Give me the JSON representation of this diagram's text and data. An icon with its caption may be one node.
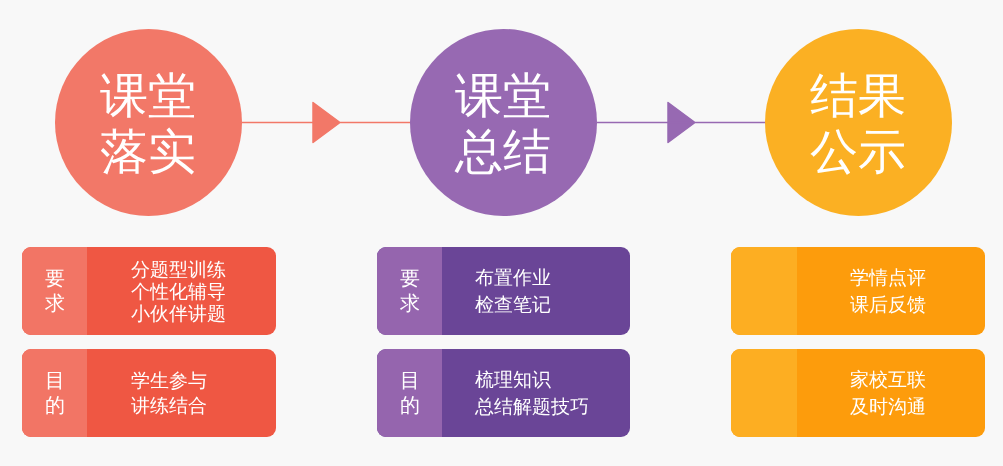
{
  "diagram": {
    "nodes": [
      {
        "text": [
          "课堂落实"
        ]
      },
      {
        "text": [
          "课堂总结"
        ]
      },
      {
        "text": [
          "结果公示"
        ]
      },
      {
        "text": [
          "分题型训练",
          "个性化辅导",
          "小伙伴讲题"
        ]
      },
      {
        "text": [
          "要求"
        ],
        "in": 3
      },
      {
        "text": [
          "布置作业",
          "检查笔记"
        ]
      },
      {
        "text": [
          "要求"
        ],
        "in": 5
      },
      {
        "text": [
          "学情点评",
          "课后反馈"
        ]
      },
      {
        "text": [],
        "shape": "box",
        "in": 7
      },
      {
        "text": [
          "学生参与",
          "讲练结合"
        ]
      },
      {
        "text": [
          "目的"
        ],
        "in": 9
      },
      {
        "text": [
          "梳理知识",
          "总结解题技巧"
        ]
      },
      {
        "text": [
          "目的"
        ],
        "in": 11
      },
      {
        "text": [
          "家校互联",
          "及时沟通"
        ]
      },
      {
        "text": [],
        "shape": "box",
        "in": 13
      }
    ],
    "edges": [
      {
        "from": 0,
        "to": 1,
        "arrow": "to",
        "color": "#f27868"
      },
      {
        "from": 1,
        "to": 2,
        "arrow": "to",
        "color": "#9769b2"
      }
    ]
  }
}
